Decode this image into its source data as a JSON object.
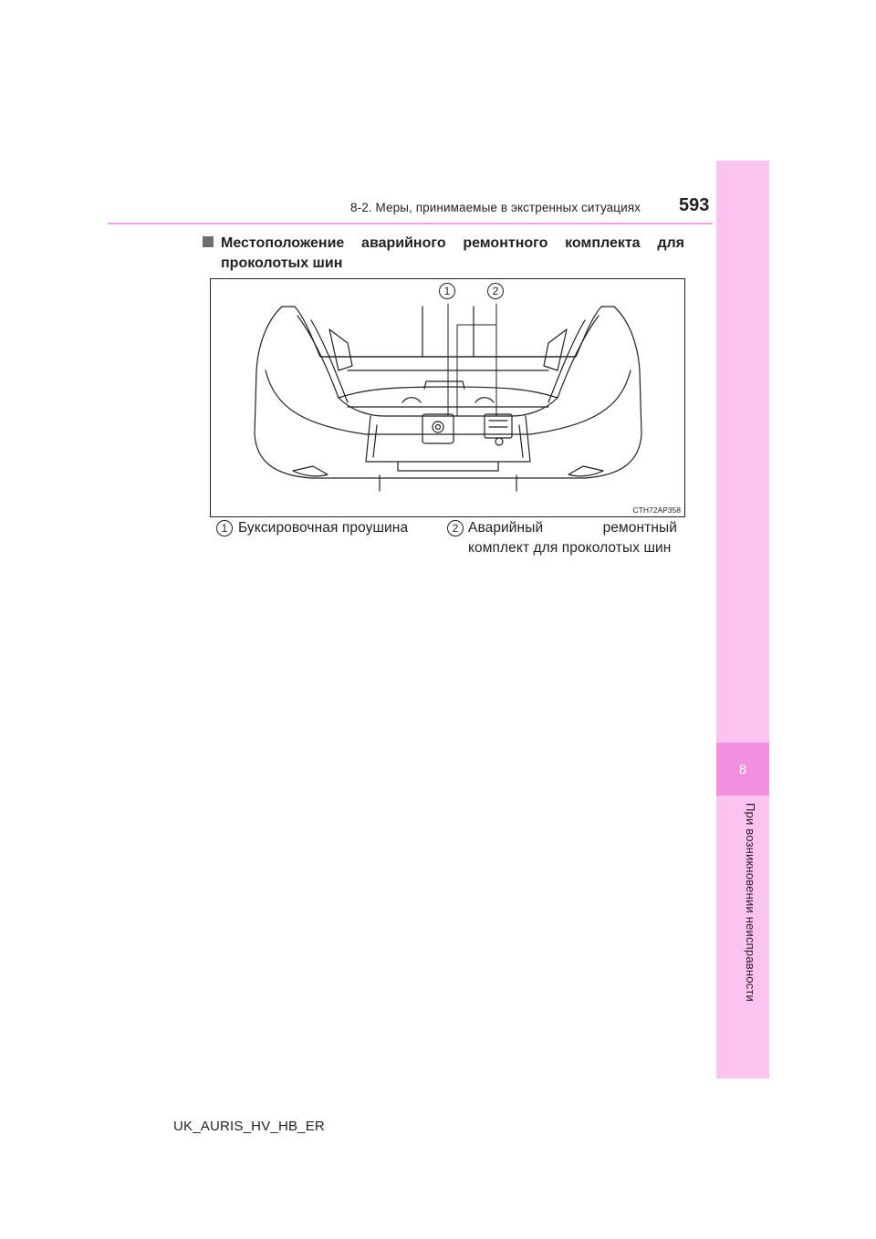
{
  "header": {
    "section_title": "8-2. Меры, принимаемые в экстренных ситуациях",
    "page_number": "593"
  },
  "side_tab": {
    "chapter_number": "8",
    "chapter_title": "При возникновении неисправности"
  },
  "heading": {
    "line1": "Местоположение аварийного ремонтного комплекта для",
    "line2": "проколотых шин"
  },
  "figure": {
    "code": "CTH72AP358",
    "callouts": [
      "1",
      "2"
    ]
  },
  "legend": {
    "item1_number": "1",
    "item1_text": "Буксировочная проушина",
    "item2_number": "2",
    "item2_word1": "Аварийный",
    "item2_word2": "ремонтный",
    "item2_line2": "комплект для проколотых шин"
  },
  "footer": {
    "doc_id": "UK_AURIS_HV_HB_ER"
  },
  "colors": {
    "side_tab": "#fbc4f0",
    "side_tab_number": "#f38fdf",
    "header_rule": "#f49ee4",
    "bullet": "#6d6e71"
  }
}
